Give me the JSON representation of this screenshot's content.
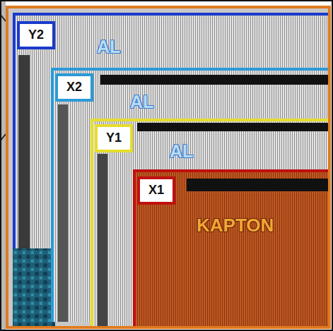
{
  "diagram": {
    "nodes": [
      {
        "text": [
          "Y2"
        ]
      },
      {
        "text": [
          "X2"
        ],
        "in": 0
      },
      {
        "text": [
          "Y1"
        ],
        "in": 1
      },
      {
        "text": [
          "X1",
          "KAPTON"
        ],
        "in": 2
      }
    ],
    "labels": [
      "AL",
      "AL",
      "AL"
    ]
  }
}
